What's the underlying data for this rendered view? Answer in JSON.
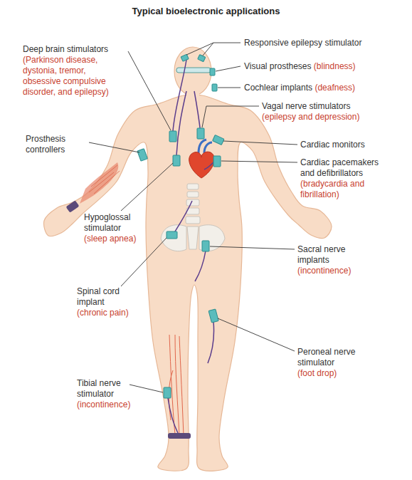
{
  "diagram": {
    "title": "Typical bioelectronic applications",
    "labels": [
      "Deep brain stimulators",
      "(Parkinson disease, dystonia, tremor, obsessive compulsive disorder, and epilepsy)",
      "Responsive epilepsy stimulator",
      "Visual prostheses",
      "(blindness)",
      "Cochlear implants",
      "(deafness)",
      "Vagal nerve stimulators",
      "(epilepsy and depression)",
      "Prosthesis controllers",
      "Cardiac monitors",
      "Cardiac pacemakers and defibrillators",
      "(bradycardia and fibrillation)",
      "Hypoglossal stimulator",
      "(sleep apnea)",
      "Sacral nerve implants",
      "(incontinence)",
      "Spinal cord implant",
      "(chronic pain)",
      "Peroneal nerve stimulator",
      "(foot drop)",
      "Tibial nerve stimulator",
      "(incontinence)"
    ]
  }
}
